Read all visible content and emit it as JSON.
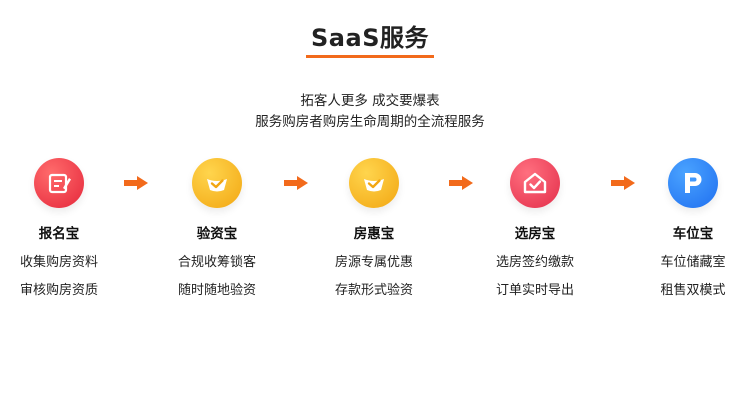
{
  "header": {
    "title": "SaaS服务",
    "accent_color": "#f26a1b"
  },
  "subtitle": {
    "line1": "拓客人更多 成交要爆表",
    "line2": "服务购房者购房生命周期的全流程服务"
  },
  "features": [
    {
      "name": "报名宝",
      "icon": "form-edit-icon",
      "color": "#e5273b",
      "lines": [
        "收集购房资料",
        "审核购房资质"
      ]
    },
    {
      "name": "验资宝",
      "icon": "ingot-check-icon",
      "color": "#f2a612",
      "lines": [
        "合规收筹锁客",
        "随时随地验资"
      ]
    },
    {
      "name": "房惠宝",
      "icon": "ingot-check-icon",
      "color": "#f2a612",
      "lines": [
        "房源专属优惠",
        "存款形式验资"
      ]
    },
    {
      "name": "选房宝",
      "icon": "house-check-icon",
      "color": "#e32e4a",
      "lines": [
        "选房签约缴款",
        "订单实时导出"
      ]
    },
    {
      "name": "车位宝",
      "icon": "parking-icon",
      "color": "#1f6ff0",
      "lines": [
        "车位储藏室",
        "租售双模式"
      ]
    }
  ],
  "arrow_color": "#f26a1b"
}
